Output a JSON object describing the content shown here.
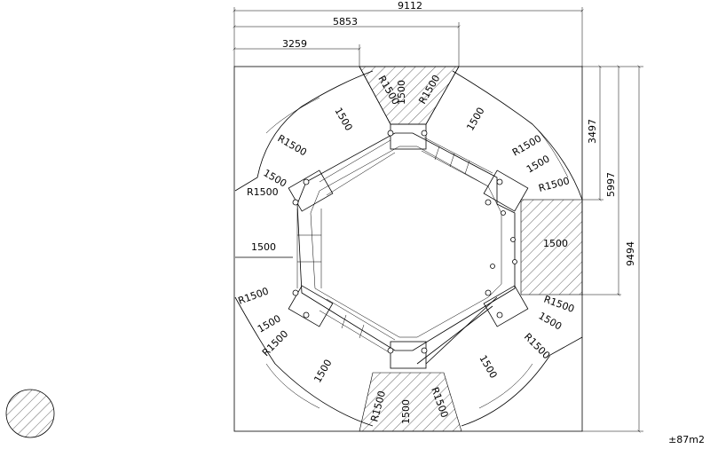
{
  "dimensions": {
    "overall_width": "9112",
    "width_mid": "5853",
    "width_left": "3259",
    "height_total": "9494",
    "height_mid": "5997",
    "height_top": "3497"
  },
  "zone_labels": {
    "d1500": "1500",
    "r1500": "R1500"
  },
  "area": "±87m2",
  "legend_icon": "hatched-area-legend-icon"
}
